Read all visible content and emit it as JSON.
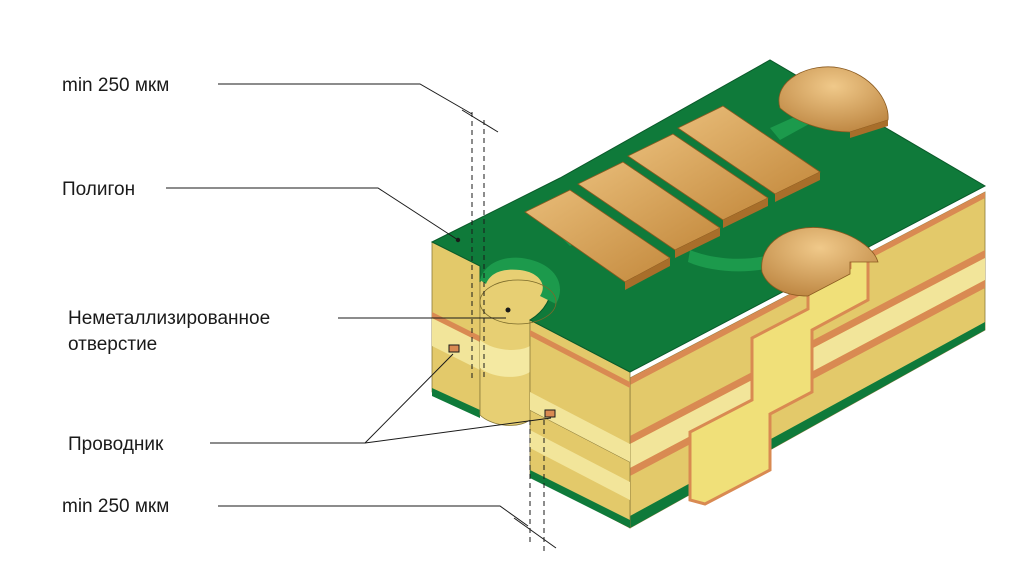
{
  "labels": {
    "min_top": "min 250 мкм",
    "polygon": "Полигон",
    "hole_line1": "Неметаллизированное",
    "hole_line2": "отверстие",
    "conductor": "Проводник",
    "min_bottom": "min 250 мкм"
  },
  "colors": {
    "mask_green": "#0f7a3a",
    "mask_green_light": "#1c9a4c",
    "copper_pad": "#d9a25a",
    "laminate": "#e9d47a",
    "laminate_light": "#f3e79a",
    "copper_edge": "#d98a52",
    "line": "#1a1a1a"
  }
}
